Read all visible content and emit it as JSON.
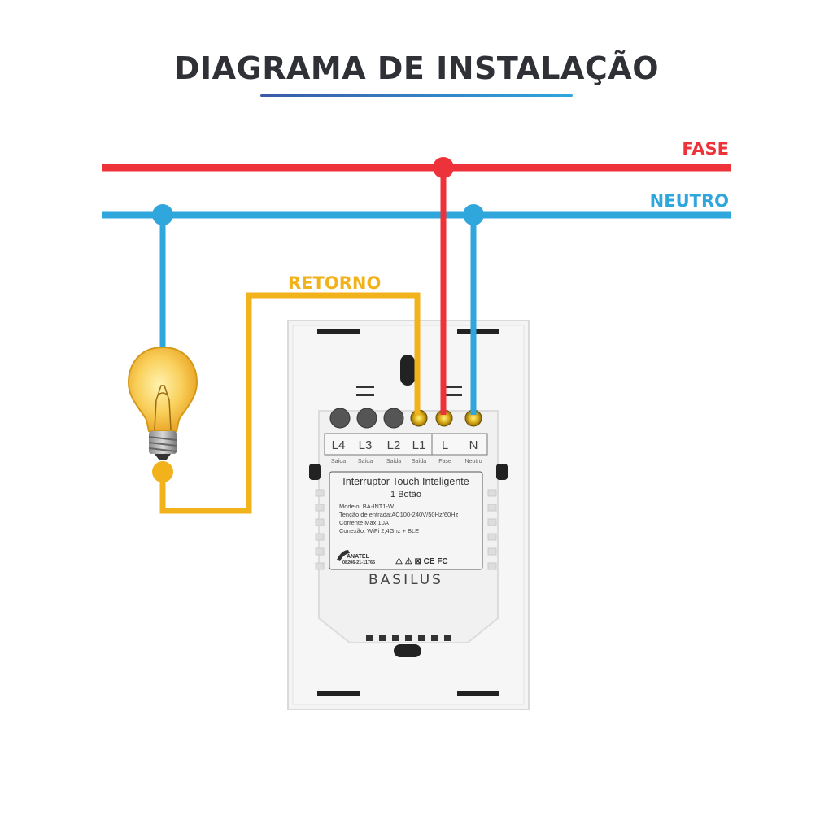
{
  "title": "DIAGRAMA DE INSTALAÇÃO",
  "colors": {
    "fase": "#ee3239",
    "neutro": "#2fa6dc",
    "retorno": "#f2b21c",
    "title": "#2f3136",
    "underline_start": "#3a5aa8",
    "underline_end": "#2fa6dc"
  },
  "wires": {
    "fase_label": "FASE",
    "neutro_label": "NEUTRO",
    "retorno_label": "RETORNO"
  },
  "icons": {
    "lamp": "light-bulb-icon",
    "anatel": "anatel-logo-icon",
    "warning": "warning-icon"
  },
  "device": {
    "terminals": [
      {
        "label": "L4",
        "sub": "Saída"
      },
      {
        "label": "L3",
        "sub": "Saída"
      },
      {
        "label": "L2",
        "sub": "Saída"
      },
      {
        "label": "L1",
        "sub": "Saída"
      },
      {
        "label": "L",
        "sub": "Fase"
      },
      {
        "label": "N",
        "sub": "Neutro"
      }
    ],
    "product_name": "Interruptor Touch Inteligente",
    "product_variant": "1 Botão",
    "specs": [
      "Modelo: BA-INT1-W",
      "Tenção de entrada:AC100-240V/50Hz/60Hz",
      "Corrente Max:10A",
      "Conexão: WiFi 2,4Ghz + BLE"
    ],
    "anatel_name": "ANATEL",
    "anatel_code": "08206-21-11765",
    "certification_marks": "⚠ ⚠ ⊠ CE FC",
    "brand": "BASILUS"
  }
}
